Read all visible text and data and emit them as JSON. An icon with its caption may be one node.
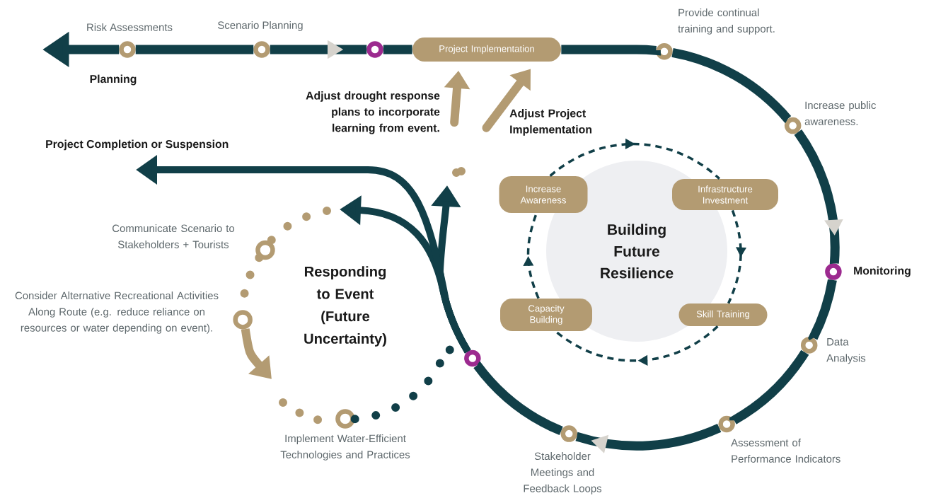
{
  "diagram": {
    "nodes": [
      {
        "text": [
          "Project Implementation"
        ]
      },
      {
        "text": [
          "Increase Awareness"
        ]
      },
      {
        "text": [
          "Infrastructure Investment"
        ]
      },
      {
        "text": [
          "Skill Training"
        ]
      },
      {
        "text": [
          "Capacity Building"
        ]
      },
      {
        "text": [
          "Building Future Resilience"
        ]
      },
      {
        "text": [],
        "shape": "circle",
        "beside": [
          "Risk Assessments"
        ]
      },
      {
        "text": [],
        "shape": "circle",
        "beside": [
          "Scenario Planning"
        ]
      },
      {
        "text": [],
        "shape": "circle"
      },
      {
        "text": [],
        "shape": "circle",
        "beside": [
          "Provide continual training and support."
        ]
      },
      {
        "text": [],
        "shape": "circle",
        "beside": [
          "Increase public awareness."
        ]
      },
      {
        "text": [],
        "shape": "circle",
        "beside": [
          "Monitoring"
        ]
      },
      {
        "text": [],
        "shape": "circle",
        "beside": [
          "Data Analysis"
        ]
      },
      {
        "text": [],
        "shape": "circle",
        "beside": [
          "Assessment of Performance Indicators"
        ]
      },
      {
        "text": [],
        "shape": "circle",
        "beside": [
          "Stakeholder Meetings and Feedback Loops"
        ]
      },
      {
        "text": [],
        "shape": "circle"
      },
      {
        "text": [],
        "shape": "circle",
        "beside": [
          "Implement Water-Efficient Technologies and Practices"
        ]
      },
      {
        "text": [],
        "shape": "circle",
        "beside": [
          "Consider Alternative Recreational Activities Along Route (e.g. reduce reliance on resources or water depending on event)."
        ]
      },
      {
        "text": [],
        "shape": "circle",
        "beside": [
          "Communicate Scenario to Stakeholders + Tourists"
        ]
      }
    ],
    "edges": [
      {
        "from": 6,
        "to": null,
        "arrow": "to"
      },
      {
        "from": 6,
        "to": 7,
        "arrow": "none"
      },
      {
        "from": 7,
        "to": 8,
        "arrow": "to"
      },
      {
        "from": 8,
        "to": 0,
        "arrow": "none"
      },
      {
        "from": 0,
        "to": 9,
        "arrow": "none"
      },
      {
        "from": 9,
        "to": 10,
        "arrow": "none"
      },
      {
        "from": 10,
        "to": 11,
        "arrow": "to"
      },
      {
        "from": 11,
        "to": 12,
        "arrow": "none"
      },
      {
        "from": 12,
        "to": 13,
        "arrow": "none"
      },
      {
        "from": 13,
        "to": 14,
        "arrow": "to"
      },
      {
        "from": 14,
        "to": 15,
        "arrow": "none"
      },
      {
        "from": 15,
        "to": null,
        "arrow": "to"
      },
      {
        "from": 15,
        "to": null,
        "arrow": "to"
      },
      {
        "from": 15,
        "to": null,
        "arrow": "to"
      },
      {
        "from": 16,
        "to": 15,
        "arrow": "none",
        "style": "dashed"
      },
      {
        "from": 17,
        "to": null,
        "arrow": "to",
        "color": "#b39b72"
      },
      {
        "from": null,
        "to": 16,
        "arrow": "none",
        "style": "dashed",
        "color": "#b39b72"
      },
      {
        "from": 18,
        "to": 17,
        "arrow": "none",
        "style": "dashed",
        "color": "#b39b72"
      },
      {
        "from": null,
        "to": 18,
        "arrow": "none",
        "style": "dashed",
        "color": "#b39b72"
      },
      {
        "from": null,
        "to": 0,
        "arrow": "to",
        "style": "dashed",
        "color": "#b39b72"
      },
      {
        "from": null,
        "to": 0,
        "arrow": "to",
        "style": "dashed",
        "color": "#b39b72"
      },
      {
        "from": 1,
        "to": 2,
        "arrow": "to",
        "style": "dashed"
      },
      {
        "from": 2,
        "to": 3,
        "arrow": "to",
        "style": "dashed"
      },
      {
        "from": 3,
        "to": 4,
        "arrow": "to",
        "style": "dashed"
      },
      {
        "from": 4,
        "to": 1,
        "arrow": "to",
        "style": "dashed"
      }
    ],
    "labels": [
      "Planning",
      "Adjust drought response plans to incorporate learning from event.",
      "Adjust Project Implementation",
      "Project Completion or Suspension",
      "Responding to Event (Future Uncertainty)"
    ]
  }
}
